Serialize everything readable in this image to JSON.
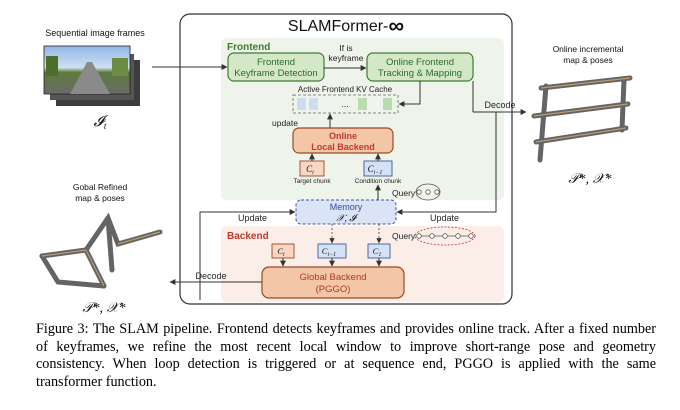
{
  "title": {
    "text": "SLAMFormer-",
    "symbol": "∞"
  },
  "inputs": {
    "label": "Sequential image frames",
    "symbol": "𝓘",
    "subscript": "t"
  },
  "frontend": {
    "section_label": "Frontend",
    "keyframe_box": {
      "line1": "Frontend",
      "line2": "Keyframe Detection"
    },
    "condition_label": {
      "line1": "If is",
      "line2": "keyframe"
    },
    "tracking_box": {
      "line1": "Online Frontend",
      "line2": "Tracking & Mapping"
    },
    "kv_cache_label": "Active Frontend KV Cache",
    "kv_ellipsis": "...",
    "update_label": "update",
    "local_backend": {
      "line1": "Online",
      "line2": "Local Backend"
    },
    "target_chunk": {
      "symbol": "C",
      "sub": "i",
      "caption": "Target chunk"
    },
    "condition_chunk": {
      "symbol": "C",
      "sub": "i−1",
      "caption": "Condition chunk"
    },
    "query_label": "Query",
    "decode_label": "Decode"
  },
  "memory": {
    "line1": "Memory",
    "line2": "𝒳, 𝓘"
  },
  "update_left": "Update",
  "update_right": "Update",
  "backend": {
    "section_label": "Backend",
    "chunks": [
      {
        "symbol": "C",
        "sub": "i"
      },
      {
        "symbol": "C",
        "sub": "i−1"
      },
      {
        "symbol": "C",
        "sub": "1"
      }
    ],
    "global_box": {
      "line1": "Global Backend",
      "line2": "(PGGO)"
    },
    "query_label": "Query",
    "decode_label": "Decode"
  },
  "online_output": {
    "label_line1": "Online incremental",
    "label_line2": "map & poses",
    "symbols": "𝒫*, 𝒳*"
  },
  "global_output": {
    "label_line1": "Gobal Refined",
    "label_line2": "map & poses",
    "symbols": "𝒫*, 𝒳*"
  },
  "caption": {
    "label": "Figure 3:",
    "text": "The SLAM pipeline. Frontend detects keyframes and provides online track. After a fixed number of keyframes, we refine the most recent local window to improve short-range pose and geometry consistency. When loop detection is triggered or at sequence end, PGGO is applied with the same transformer function."
  },
  "colors": {
    "frontend_bg": "#eef4e9",
    "backend_bg": "#fbeee8",
    "green_box": "#d4e8c8",
    "green_border": "#3f7a35",
    "orange_box": "#f3c6a8",
    "orange_border": "#9a4a24",
    "blue_box": "#c9d9f2",
    "blue_border": "#3a5a9a",
    "memory_bg": "#dbe3f6"
  }
}
